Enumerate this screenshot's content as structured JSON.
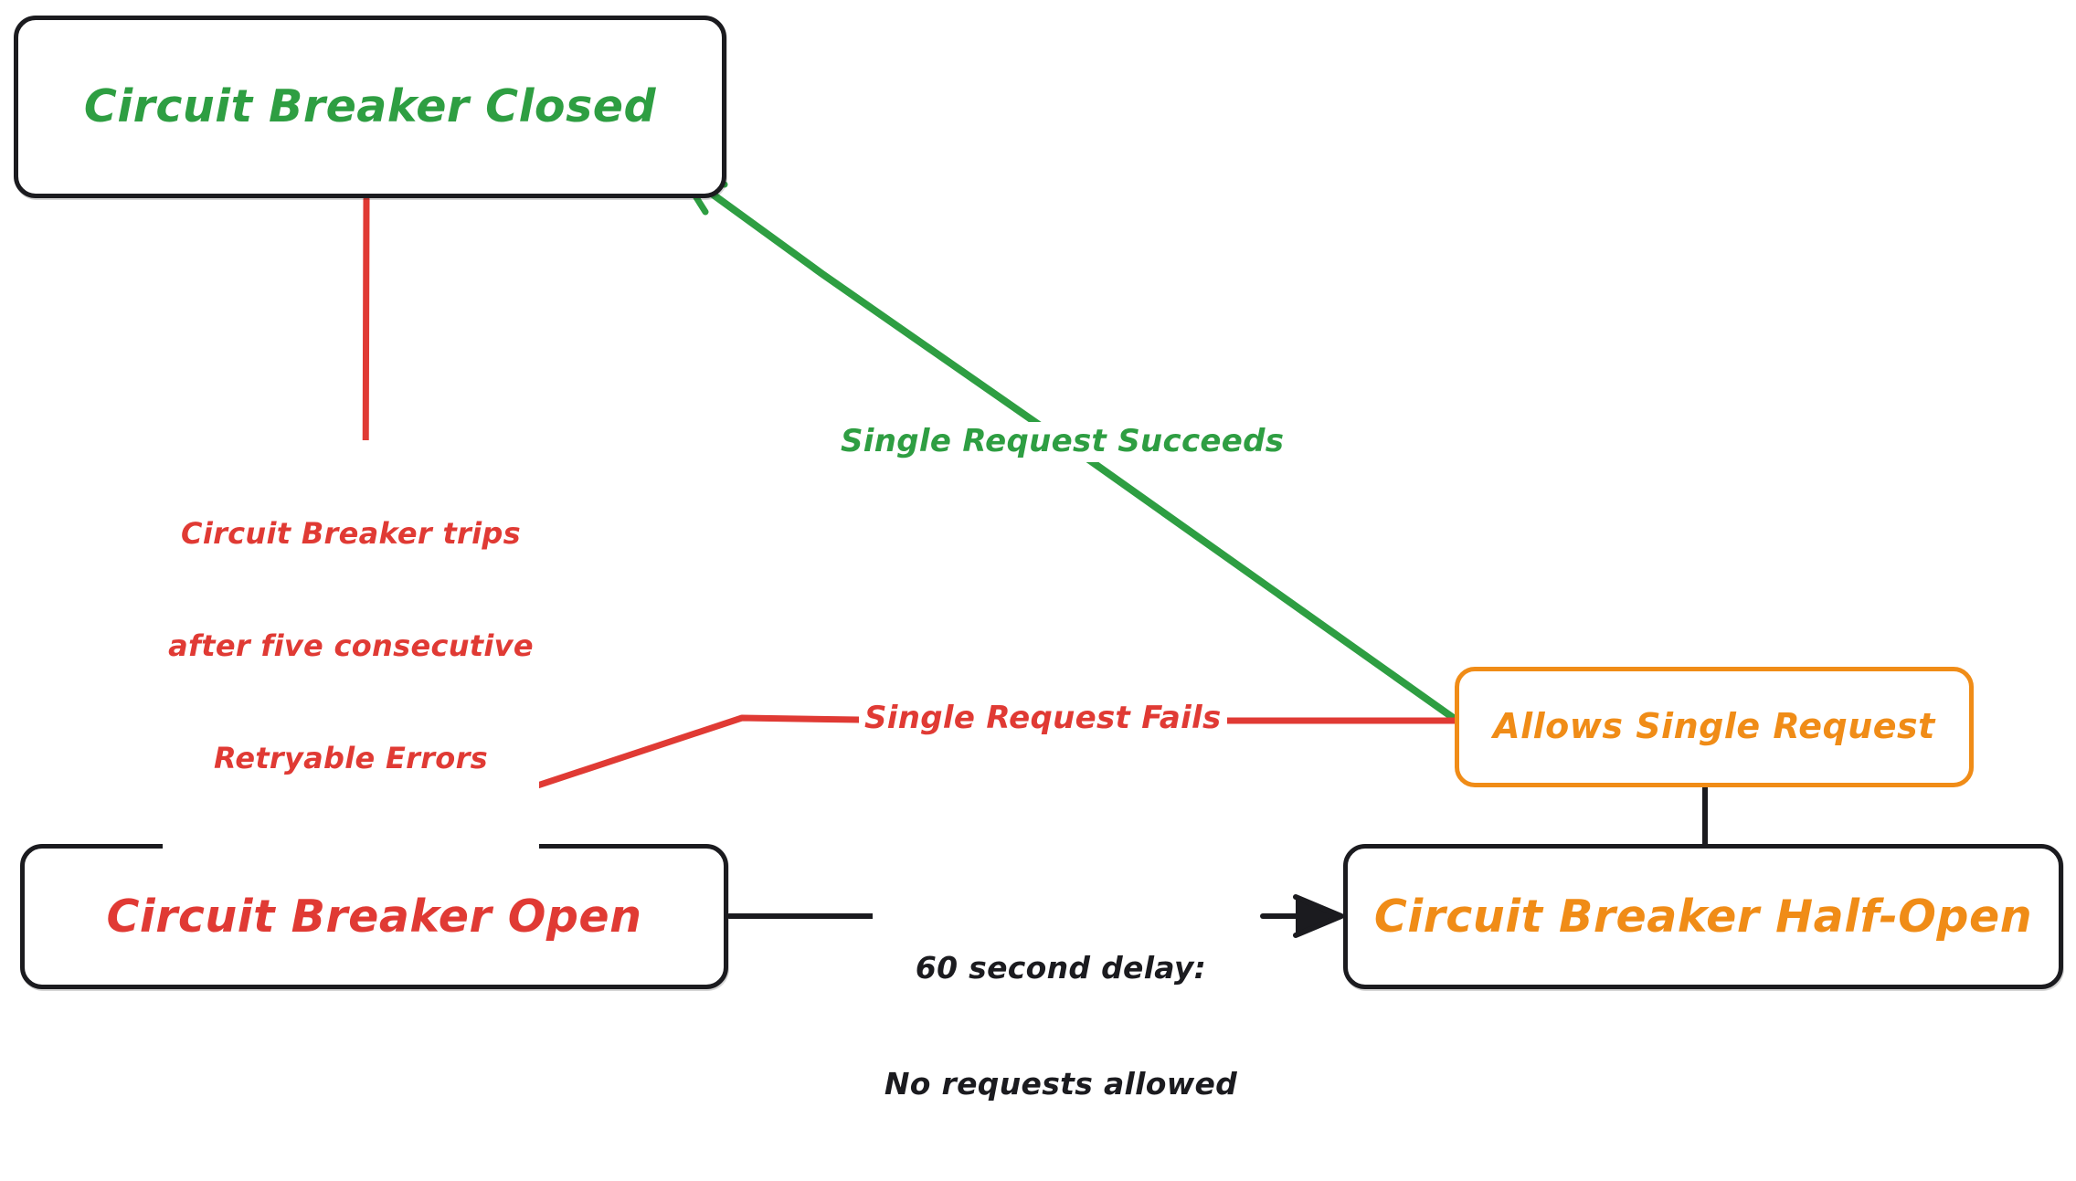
{
  "diagram": {
    "type": "state-diagram",
    "style": "hand-drawn",
    "background_color": "#ffffff",
    "colors": {
      "green": "#2e9e42",
      "red": "#e03a34",
      "orange": "#f08c17",
      "black": "#1b1b1f"
    },
    "nodes": [
      {
        "id": "closed",
        "label": "Circuit Breaker Closed",
        "text_color": "#2e9e42",
        "border_color": "#1b1b1f"
      },
      {
        "id": "open",
        "label": "Circuit Breaker Open",
        "text_color": "#e03a34",
        "border_color": "#1b1b1f"
      },
      {
        "id": "allows",
        "label": "Allows Single Request",
        "text_color": "#f08c17",
        "border_color": "#f08c17"
      },
      {
        "id": "half_open",
        "label": "Circuit Breaker Half-Open",
        "text_color": "#f08c17",
        "border_color": "#1b1b1f"
      }
    ],
    "edges": [
      {
        "id": "trips",
        "from": "closed",
        "to": "open",
        "color": "#e03a34",
        "label_line1": "Circuit Breaker trips",
        "label_line2": "after five consecutive",
        "label_line3": "Retryable Errors"
      },
      {
        "id": "succeeds",
        "from": "allows",
        "to": "closed",
        "color": "#2e9e42",
        "label": "Single Request Succeeds"
      },
      {
        "id": "fails",
        "from": "allows",
        "to": "open",
        "color": "#e03a34",
        "label": "Single Request Fails"
      },
      {
        "id": "delay",
        "from": "open",
        "to": "half_open",
        "color": "#1b1b1f",
        "label_line1": "60 second delay:",
        "label_line2": "No requests allowed"
      },
      {
        "id": "half-open-to-allows",
        "from": "half_open",
        "to": "allows",
        "color": "#1b1b1f",
        "label": ""
      }
    ]
  }
}
